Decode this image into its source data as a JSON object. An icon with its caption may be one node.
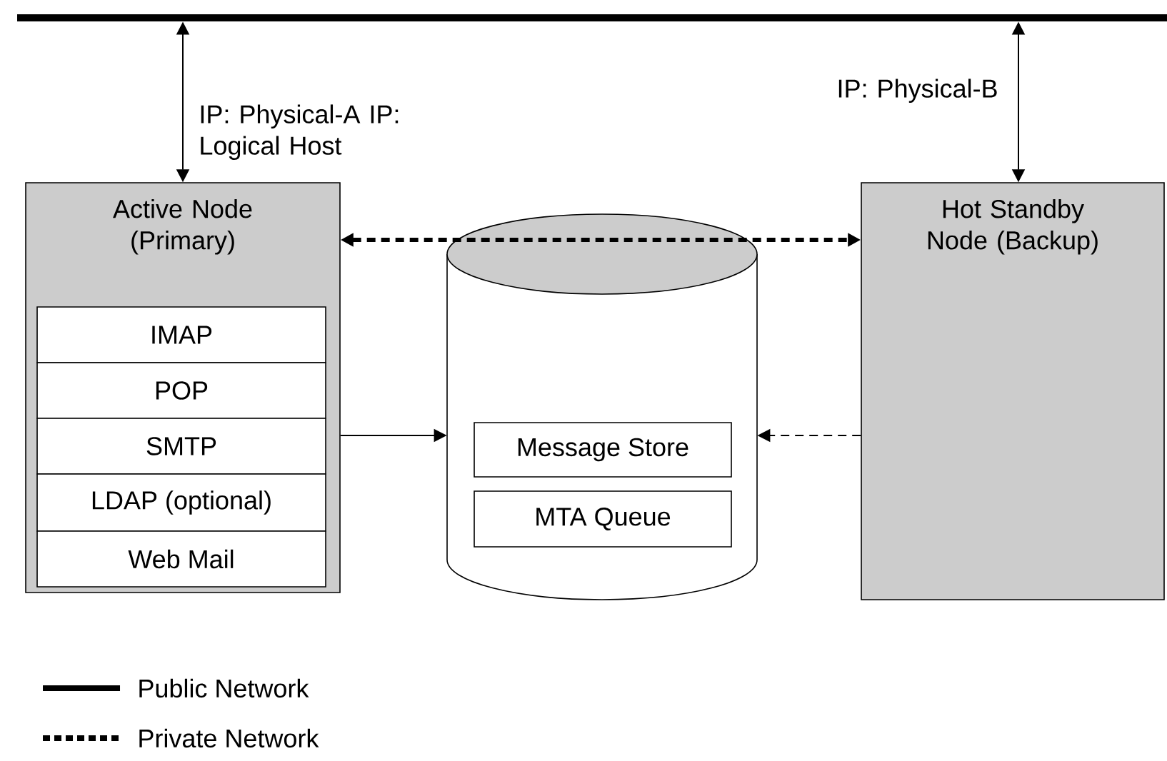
{
  "diagram": {
    "nodes": [
      {
        "text": [],
        "shape": "bar"
      },
      {
        "text": [
          "Active Node (Primary)"
        ]
      },
      {
        "text": [
          "IMAP"
        ],
        "in": 1
      },
      {
        "text": [
          "POP"
        ],
        "in": 1
      },
      {
        "text": [
          "SMTP"
        ],
        "in": 1
      },
      {
        "text": [
          "LDAP (optional)"
        ],
        "in": 1
      },
      {
        "text": [
          "Web Mail"
        ],
        "in": 1
      },
      {
        "text": [],
        "shape": "cylinder"
      },
      {
        "text": [
          "Message Store"
        ],
        "in": 7
      },
      {
        "text": [
          "MTA Queue"
        ],
        "in": 7
      },
      {
        "text": [
          "Hot Standby Node (Backup)"
        ]
      }
    ],
    "edges": [
      {
        "from": 0,
        "to": 1,
        "arrow": "both",
        "label": "IP: Physical-A IP: Logical Host"
      },
      {
        "from": 0,
        "to": 10,
        "arrow": "both",
        "label": "IP: Physical-B"
      },
      {
        "from": 1,
        "to": 10,
        "arrow": "both",
        "style": "dashed"
      },
      {
        "from": 1,
        "to": 7,
        "arrow": "to"
      },
      {
        "from": 10,
        "to": 7,
        "arrow": "to",
        "style": "dashed"
      }
    ],
    "legend": [
      {
        "text": "Public Network"
      },
      {
        "text": "Private Network"
      }
    ]
  }
}
